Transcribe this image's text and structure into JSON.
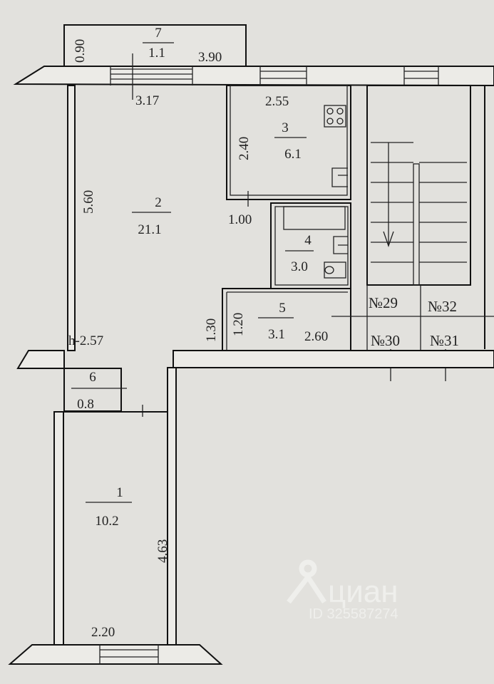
{
  "rooms": [
    {
      "number": "1",
      "area": "10.2"
    },
    {
      "number": "2",
      "area": "21.1"
    },
    {
      "number": "3",
      "area": "6.1"
    },
    {
      "number": "4",
      "area": "3.0"
    },
    {
      "number": "5",
      "area": "3.1"
    },
    {
      "number": "6",
      "area": "0.8"
    },
    {
      "number": "7",
      "area": "1.1"
    }
  ],
  "dimensions": {
    "balcony_depth": "0.90",
    "balcony_width": "3.90",
    "room2_window": "3.17",
    "room2_length": "5.60",
    "room3_width": "2.55",
    "room3_depth": "2.40",
    "room4_width": "1.00",
    "room5_left": "1.30",
    "room5_inner": "1.20",
    "room5_width": "2.60",
    "room1_length": "4.63",
    "room1_width": "2.20",
    "ceiling_height": "h-2.57"
  },
  "apartments": [
    "№29",
    "№32",
    "№30",
    "№31"
  ],
  "watermark": {
    "brand": "циан",
    "id": "ID 325587274"
  }
}
